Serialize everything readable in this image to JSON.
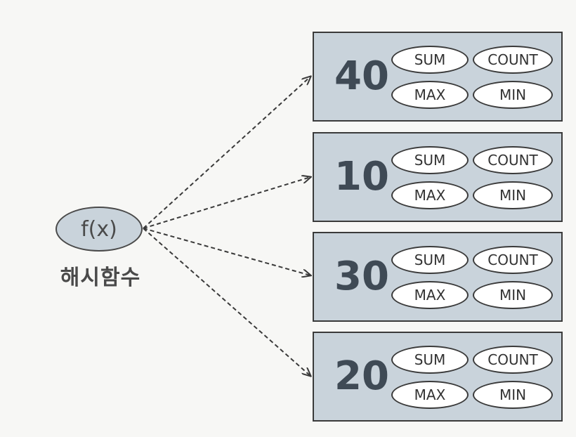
{
  "function_node": {
    "label": "f(x)",
    "caption": "해시함수"
  },
  "buckets": [
    {
      "key": "40",
      "aggregates": {
        "sum": "SUM",
        "count": "COUNT",
        "max": "MAX",
        "min": "MIN"
      }
    },
    {
      "key": "10",
      "aggregates": {
        "sum": "SUM",
        "count": "COUNT",
        "max": "MAX",
        "min": "MIN"
      }
    },
    {
      "key": "30",
      "aggregates": {
        "sum": "SUM",
        "count": "COUNT",
        "max": "MAX",
        "min": "MIN"
      }
    },
    {
      "key": "20",
      "aggregates": {
        "sum": "SUM",
        "count": "COUNT",
        "max": "MAX",
        "min": "MIN"
      }
    }
  ],
  "colors": {
    "box_fill": "#c9d3db",
    "outline": "#3a3a3a",
    "key_text": "#3f4a55",
    "pill_fill": "#ffffff"
  }
}
